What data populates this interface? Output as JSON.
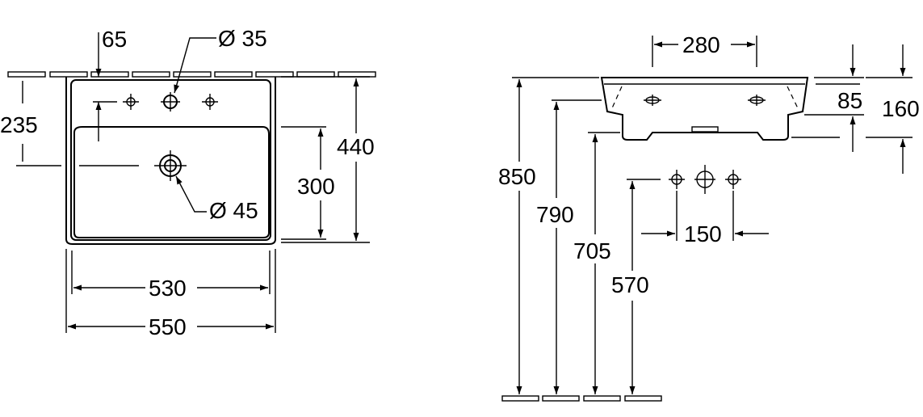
{
  "plan_view": {
    "dim_tap_offset": "65",
    "dim_tap_hole": "Ø 35",
    "dim_top_to_overflow": "235",
    "dim_overall_depth": "440",
    "dim_bowl_depth": "300",
    "dim_waste_hole": "Ø 45",
    "dim_inner_width": "530",
    "dim_overall_width": "550"
  },
  "side_view": {
    "dim_bowl_width": "280",
    "dim_rim_height": "85",
    "dim_total_height": "160",
    "dim_top_height": "850",
    "dim_tap_hole_height": "790",
    "dim_bottom_height": "705",
    "dim_supply_height": "570",
    "dim_supply_spacing": "150"
  }
}
